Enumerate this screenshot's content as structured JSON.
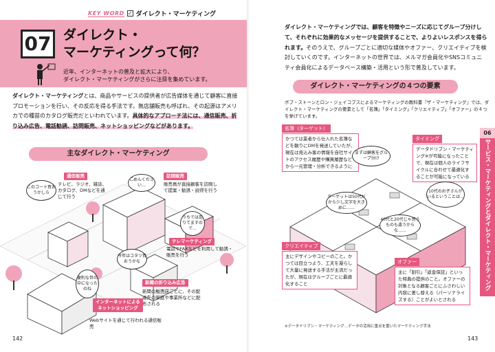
{
  "left": {
    "keyword_tag": "KEY WORD",
    "keyword_check": "✓",
    "keyword_text": "ダイレクト・マーケティング",
    "number": "07",
    "title_line1": "ダイレクト・",
    "title_line2": "マーケティングって何？",
    "subtitle_line1": "近年、インターネットの普及と拡大により、",
    "subtitle_line2": "ダイレクト・マーケティングがさらに注目を集めています。",
    "lead_bold1": "ダイレクト・マーケティング",
    "lead_text1": "とは、商品やサービスの提供者が広告媒体を通じて顧客に直接プロモーションを行い、その反応を得る手法です。無店舗販売も呼ばれ、その起源はアメリカでの種苗のカタログ販売だといわれています。",
    "lead_bold2": "具体的なアプローチ法には、通信販売、折り込み広告、電話勧誘、訪問販売、ネットショッピングなどがあります。",
    "section_title": "主なダイレクト・マーケティング",
    "labels": {
      "mail_order": "通信販売",
      "visit": "訪問販売",
      "telemarketing": "テレマーケティング",
      "flyer": "新聞の折り込み広告",
      "net_shop_line1": "インターネットによる",
      "net_shop_line2": "ネットショッピング"
    },
    "notes": {
      "mail_order": "テレビ、ラジオ、雑誌、カタログ、DMなどを通じて行う",
      "visit": "販売員が直接顧客を訪問して提案・勧誘・説得を行う",
      "telemarketing": "電話やFAXなどを利用して勧誘・販売を行う",
      "flyer": "新聞の販売店ごとに、その配達先の家庭や事業所などに配布される",
      "net_shop": "Webサイトを通じて行われる通信販売"
    },
    "bubbles": {
      "b1": "このコート買おうかしら",
      "b2": "ごめんください…",
      "b3": "うちでは足りてますので…",
      "b4": "今年はコタツ買おうかな",
      "b5": "便利な世の中になったのね"
    },
    "page_number": "142"
  },
  "right": {
    "para_bold": "ダイレクト・マーケティングでは、顧客を特徴やニーズに応じてグループ分けして、それぞれに効果的なメッセージを提供することで、よりよいレスポンスを得られます。",
    "para_text": "そのうえで、グループごとに適切な媒体やオファー、クリエイティブを検討していくのです。インターネットの世界では、メルマガ会員化やSNSコミュニティ会員化によるデータベース構築・活用という形で普及しています。",
    "section_title": "ダイレクト・マーケティングの４つの要素",
    "intro": "ボブ・ストーンとロン・ジェイコブスによるマーケティングの教科書『ザ・マーケティング』では、ダイレクト・マーケティングの要素として「名簿」「タイミング」「クリエイティブ」「オファー」の４つを挙げています。",
    "boxes": {
      "list_title": "名簿（ターゲット）",
      "list_text": "かつては業者から仕入れた名簿などを頼りにDMを発送していたが、現在は見込み客の情報を自社サイトのアクセス履歴や購買履歴などから一元管理・分析できるように",
      "timing_title": "タイミング",
      "timing_text": "データドリブン・マーケティング※が可能になったことで、現在は個人のライフサイクルに合わせて最適化することが可能になっている",
      "creative_title": "クリエイティブ",
      "creative_text": "主にデザインやコピーのこと。かつては目立つよう、工夫を凝らして大量に発送する手法が主流だったが、現在はグループごとに最適化すること",
      "offer_title": "オファー",
      "offer_text": "主に「割引」「返金保証」といった特典の提供のこと。オファーの対象となる顧客ごとにふさわしい内容に差し替える（パーソナライズする）ことがよいとされる"
    },
    "bubbles": {
      "r1": "まずは顧客をグループ分け",
      "r2": "10代のお子さんがいるということは…",
      "r3": "ターゲットは50代だから少し文字を大きめに……",
      "r4": "40代と20代じゃ買うものも違うからな……"
    },
    "footnote": "※データドリブン・マーケティング…データの活用に重点を置いたマーケティング手法",
    "side_num": "06",
    "side_tab": "サービス・マーケティングとダイレクト・マーケティング",
    "page_number": "143"
  },
  "colors": {
    "accent": "#e6577f",
    "accent_light": "#f0a4b9",
    "highlight": "#f7c6d4"
  }
}
